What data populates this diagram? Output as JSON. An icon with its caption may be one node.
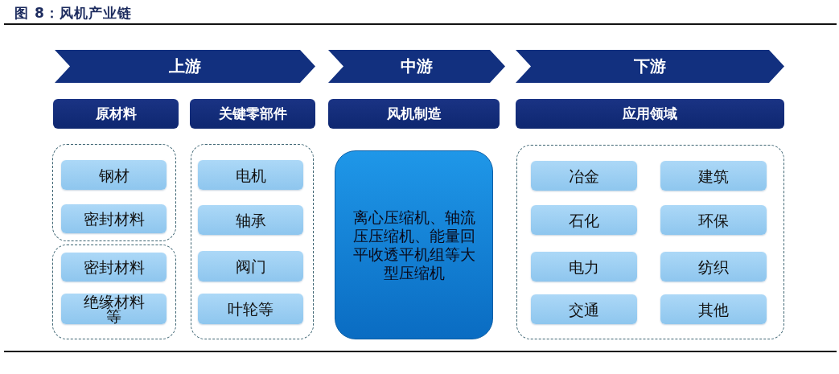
{
  "diagram": {
    "title": "图 8：风机产业链",
    "nodes": [
      {
        "text": [
          "上游"
        ]
      },
      {
        "text": [
          "中游"
        ]
      },
      {
        "text": [
          "下游"
        ]
      },
      {
        "text": [
          "原材料"
        ]
      },
      {
        "text": [
          "关键零部件"
        ]
      },
      {
        "text": [
          "风机制造"
        ]
      },
      {
        "text": [
          "应用领域"
        ]
      },
      {
        "text": [],
        "shape": "box"
      },
      {
        "text": [
          "钢材"
        ],
        "in": 7
      },
      {
        "text": [
          "密封材料"
        ],
        "in": 7
      },
      {
        "text": [],
        "shape": "box"
      },
      {
        "text": [
          "密封材料"
        ],
        "in": 10
      },
      {
        "text": [
          "绝缘材料等"
        ],
        "in": 10
      },
      {
        "text": [],
        "shape": "box"
      },
      {
        "text": [
          "电机"
        ],
        "in": 13
      },
      {
        "text": [
          "轴承"
        ],
        "in": 13
      },
      {
        "text": [
          "阀门"
        ],
        "in": 13
      },
      {
        "text": [
          "叶轮等"
        ],
        "in": 13
      },
      {
        "text": [
          "离心压缩机、轴流压压缩机、能量回平收透平机组等大型压缩机"
        ]
      },
      {
        "text": [],
        "shape": "box"
      },
      {
        "text": [
          "冶金"
        ],
        "in": 19
      },
      {
        "text": [
          "建筑"
        ],
        "in": 19
      },
      {
        "text": [
          "石化"
        ],
        "in": 19
      },
      {
        "text": [
          "环保"
        ],
        "in": 19
      },
      {
        "text": [
          "电力"
        ],
        "in": 19
      },
      {
        "text": [
          "纺织"
        ],
        "in": 19
      },
      {
        "text": [
          "交通"
        ],
        "in": 19
      },
      {
        "text": [
          "其他"
        ],
        "in": 19
      }
    ]
  }
}
